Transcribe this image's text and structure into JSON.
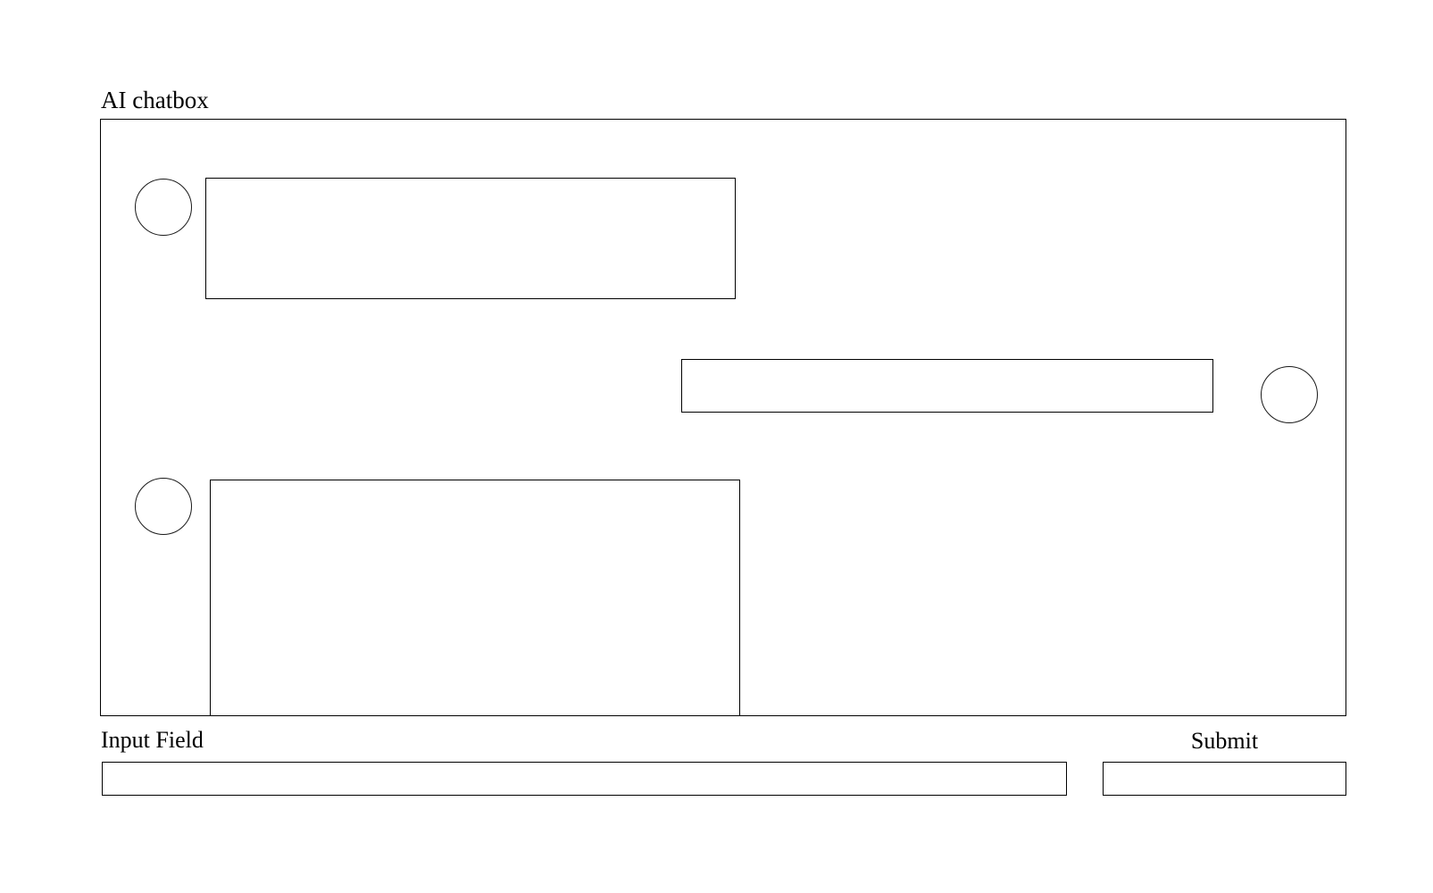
{
  "page": {
    "background_color": "#ffffff",
    "stroke_color": "#000000",
    "text_color": "#000000"
  },
  "chat": {
    "title": "AI chatbox",
    "messages": [
      {
        "role": "assistant",
        "align": "left",
        "avatar_icon": "avatar-circle-icon",
        "text": ""
      },
      {
        "role": "user",
        "align": "right",
        "avatar_icon": "avatar-circle-icon",
        "text": ""
      },
      {
        "role": "assistant",
        "align": "left",
        "avatar_icon": "avatar-circle-icon",
        "text": ""
      }
    ]
  },
  "form": {
    "input_label": "Input Field",
    "input_value": "",
    "input_placeholder": "",
    "submit_label": "Submit",
    "submit_button_text": ""
  }
}
